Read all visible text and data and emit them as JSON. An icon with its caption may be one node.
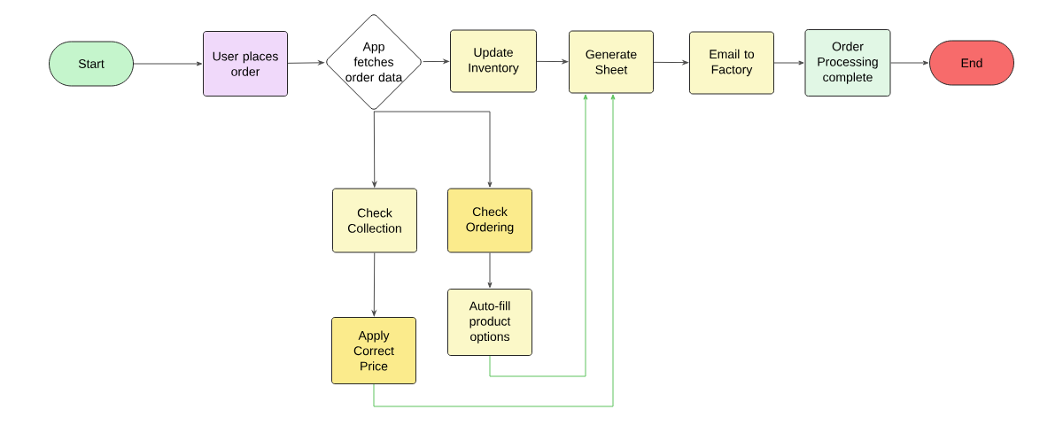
{
  "diagram": {
    "nodes": [
      {
        "text": [
          "Start"
        ]
      },
      {
        "text": [
          "User places order"
        ]
      },
      {
        "text": [
          "App fetches order data"
        ]
      },
      {
        "text": [
          "Update Inventory"
        ]
      },
      {
        "text": [
          "Generate Sheet"
        ]
      },
      {
        "text": [
          "Email to Factory"
        ]
      },
      {
        "text": [
          "Order Processing complete"
        ]
      },
      {
        "text": [
          "End"
        ]
      },
      {
        "text": [
          "Check Collection"
        ]
      },
      {
        "text": [
          "Check Ordering"
        ]
      },
      {
        "text": [
          "Auto-fill product options"
        ]
      },
      {
        "text": [
          "Apply Correct Price"
        ]
      }
    ],
    "edges": [
      {
        "from": 0,
        "to": 1,
        "arrow": "to"
      },
      {
        "from": 1,
        "to": 2,
        "arrow": "to"
      },
      {
        "from": 2,
        "to": 3,
        "arrow": "to"
      },
      {
        "from": 3,
        "to": 4,
        "arrow": "to"
      },
      {
        "from": 4,
        "to": 5,
        "arrow": "to"
      },
      {
        "from": 5,
        "to": 6,
        "arrow": "to"
      },
      {
        "from": 6,
        "to": 7,
        "arrow": "to"
      },
      {
        "from": 2,
        "to": 8,
        "arrow": "to"
      },
      {
        "from": 2,
        "to": 9,
        "arrow": "to"
      },
      {
        "from": 8,
        "to": 11,
        "arrow": "to"
      },
      {
        "from": 9,
        "to": 10,
        "arrow": "to"
      },
      {
        "from": 10,
        "to": 4,
        "arrow": "to",
        "color": "#5cc35c"
      },
      {
        "from": 11,
        "to": 4,
        "arrow": "to",
        "color": "#5cc35c"
      }
    ]
  }
}
